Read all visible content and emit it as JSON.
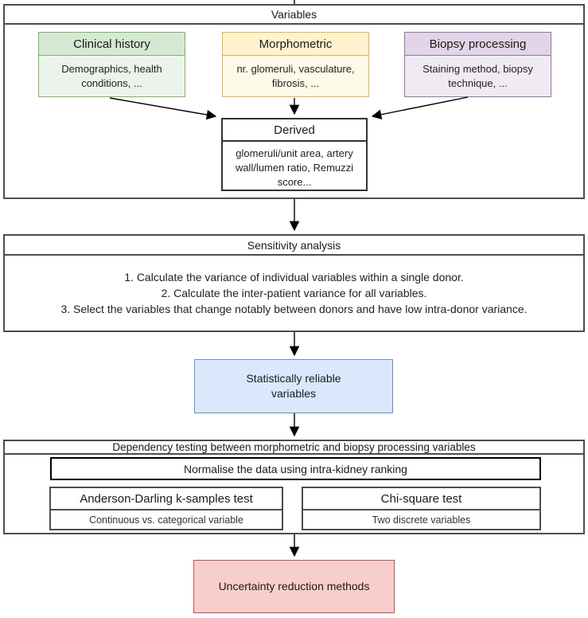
{
  "diagram": {
    "variables_section": {
      "title": "Variables",
      "categories": [
        {
          "title": "Clinical history",
          "body": "Demographics, health conditions, ...",
          "header_bg": "#d5e8d4",
          "body_bg": "#ebf4ea",
          "border": "#82b366"
        },
        {
          "title": "Morphometric",
          "body": "nr. glomeruli, vasculature, fibrosis, ...",
          "header_bg": "#fff2cc",
          "body_bg": "#fff9e7",
          "border": "#d6b656"
        },
        {
          "title": "Biopsy processing",
          "body": "Staining method, biopsy technique, ...",
          "header_bg": "#e1d5e7",
          "body_bg": "#f0eaf4",
          "border": "#9673a6"
        }
      ],
      "derived": {
        "title": "Derived",
        "body": "glomeruli/unit area, artery wall/lumen ratio, Remuzzi score..."
      }
    },
    "sensitivity": {
      "title": "Sensitivity analysis",
      "steps": [
        "1. Calculate the variance of individual variables within a single donor.",
        "2. Calculate the inter-patient variance for all variables.",
        "3. Select the variables that change notably between donors and have low intra-donor variance."
      ]
    },
    "reliable": {
      "label": "Statistically reliable variables",
      "bg": "#dae8fc",
      "border": "#6c8ebf"
    },
    "dependency": {
      "title": "Dependency testing between morphometric and biopsy processing variables",
      "normalise": "Normalise the data using intra-kidney ranking",
      "tests": [
        {
          "name": "Anderson-Darling k-samples test",
          "desc": "Continuous vs. categorical variable"
        },
        {
          "name": "Chi-square test",
          "desc": "Two discrete variables"
        }
      ]
    },
    "uncertainty": {
      "label": "Uncertainty reduction methods",
      "bg": "#f8cecc",
      "border": "#b85450"
    },
    "colors": {
      "frame_border": "#4d4d4d",
      "arrow": "#000000",
      "text": "#1a1a1a"
    }
  }
}
